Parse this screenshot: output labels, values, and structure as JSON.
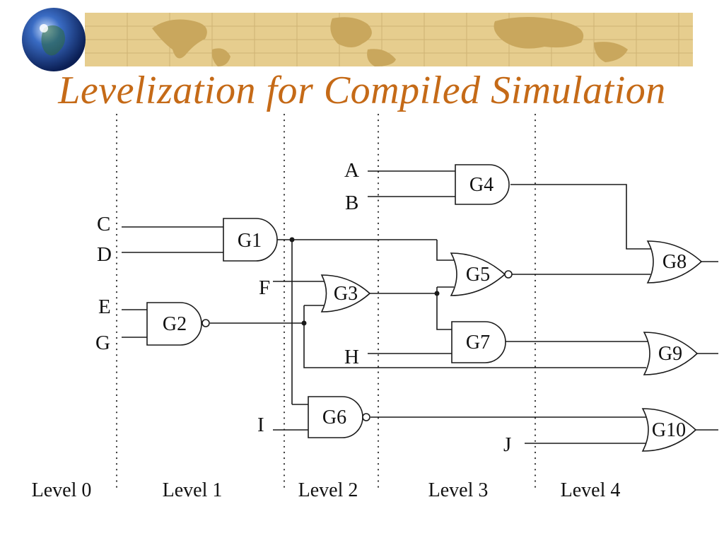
{
  "title": "Levelization for Compiled Simulation",
  "colors": {
    "title": "#c56a17",
    "banner": "#e6cd8e",
    "banner_map": "#c9a75d",
    "ink": "#1a1a1a"
  },
  "inputs": [
    "A",
    "B",
    "C",
    "D",
    "E",
    "F",
    "G",
    "H",
    "I",
    "J"
  ],
  "gates": [
    {
      "label": "G1",
      "type": "AND",
      "inputs": [
        "C",
        "D"
      ]
    },
    {
      "label": "G2",
      "type": "NAND",
      "inputs": [
        "E",
        "G"
      ]
    },
    {
      "label": "G3",
      "type": "OR",
      "inputs": [
        "F",
        "G2"
      ]
    },
    {
      "label": "G4",
      "type": "AND",
      "inputs": [
        "A",
        "B"
      ]
    },
    {
      "label": "G5",
      "type": "NOR",
      "inputs": [
        "G1",
        "G3"
      ]
    },
    {
      "label": "G6",
      "type": "NAND",
      "inputs": [
        "G1",
        "I"
      ]
    },
    {
      "label": "G7",
      "type": "AND",
      "inputs": [
        "G3",
        "H"
      ]
    },
    {
      "label": "G8",
      "type": "OR",
      "inputs": [
        "G4",
        "G5"
      ]
    },
    {
      "label": "G9",
      "type": "OR",
      "inputs": [
        "G7",
        "G2"
      ]
    },
    {
      "label": "G10",
      "type": "OR",
      "inputs": [
        "G6",
        "J"
      ]
    }
  ],
  "levels": [
    "Level 0",
    "Level 1",
    "Level 2",
    "Level 3",
    "Level 4"
  ]
}
